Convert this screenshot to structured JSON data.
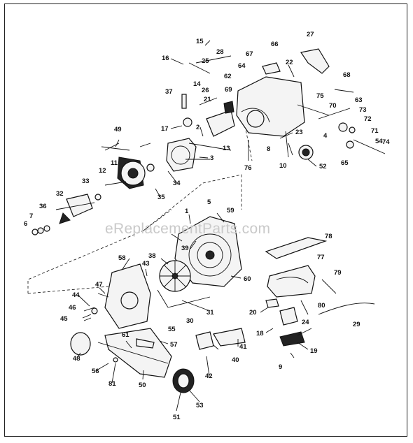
{
  "watermark": "eReplacementParts.com",
  "part_labels": [
    "1",
    "2",
    "3",
    "4",
    "5",
    "6",
    "7",
    "8",
    "9",
    "10",
    "11",
    "12",
    "13",
    "14",
    "15",
    "16",
    "17",
    "18",
    "19",
    "20",
    "21",
    "22",
    "23",
    "24",
    "25",
    "26",
    "27",
    "28",
    "29",
    "30",
    "31",
    "32",
    "33",
    "34",
    "35",
    "36",
    "37",
    "38",
    "39",
    "40",
    "41",
    "42",
    "43",
    "44",
    "45",
    "46",
    "47",
    "48",
    "49",
    "50",
    "51",
    "52",
    "53",
    "54",
    "55",
    "56",
    "57",
    "58",
    "59",
    "60",
    "61",
    "62",
    "63",
    "64",
    "65",
    "66",
    "67",
    "68",
    "69",
    "70",
    "71",
    "72",
    "73",
    "74",
    "75",
    "76",
    "77",
    "78",
    "79",
    "80",
    "81"
  ]
}
